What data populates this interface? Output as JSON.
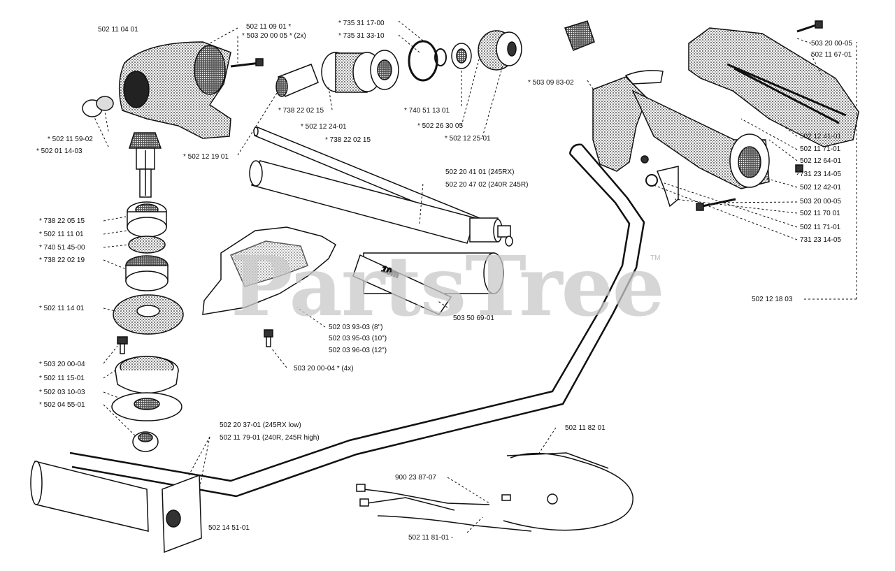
{
  "watermark": {
    "text": "PartsTree",
    "tm": "TM"
  },
  "decal_text": "10m",
  "labels": {
    "l01": "502 11 04 01",
    "l02": "502 11 09 01 *",
    "l03": "* 503 20 00 05 * (2x)",
    "l04": "* 735 31 17-00",
    "l05": "* 735 31 33-10",
    "l06": "* 502 11 59-02",
    "l07": "* 502 01 14-03",
    "l08": "* 738 22 02 15",
    "l09": "* 502 12 24-01",
    "l10": "* 738 22 02 15",
    "l11": "* 502 12 19 01",
    "l12": "* 740 51 13 01",
    "l13": "* 502 26 30 05",
    "l14": "* 502 12 25-01",
    "l15": "* 503 09 83-02",
    "l16": "503 20 00-05",
    "l17": "502 11 67-01",
    "l18": "502 12 41-01",
    "l19": "502 11 71-01",
    "l20": "502 12 64-01",
    "l21": "731 23 14-05",
    "l22": "502 12 42-01",
    "l23": "503 20 00-05",
    "l24": "502 11 70 01",
    "l25": "502 11 71-01",
    "l26": "731 23 14-05",
    "l27": "502 12 18 03",
    "l28": "* 738 22 05 15",
    "l29": "* 502 11 11 01",
    "l30": "* 740 51 45-00",
    "l31": "* 738 22 02 19",
    "l32": "* 502 11 14 01",
    "l33": "502 20 41 01 (245RX)",
    "l34": "502 20 47 02 (240R  245R)",
    "l35": "503 50 69-01",
    "l36": "502 03 93-03 (8\")",
    "l37": "502 03 95-03 (10\")",
    "l38": "502 03 96-03 (12\")",
    "l39": "503 20 00-04 * (4x)",
    "l40": "* 503 20 00-04",
    "l41": "* 502 11 15-01",
    "l42": "* 502 03 10-03",
    "l43": "* 502 04 55-01",
    "l44": "502 20 37-01 (245RX low)",
    "l45": "502 11 79-01 (240R, 245R high)",
    "l46": "502 11 82 01",
    "l47": "900 23 87-07",
    "l48": "502 14 51-01",
    "l49": "502 11 81-01 -"
  }
}
